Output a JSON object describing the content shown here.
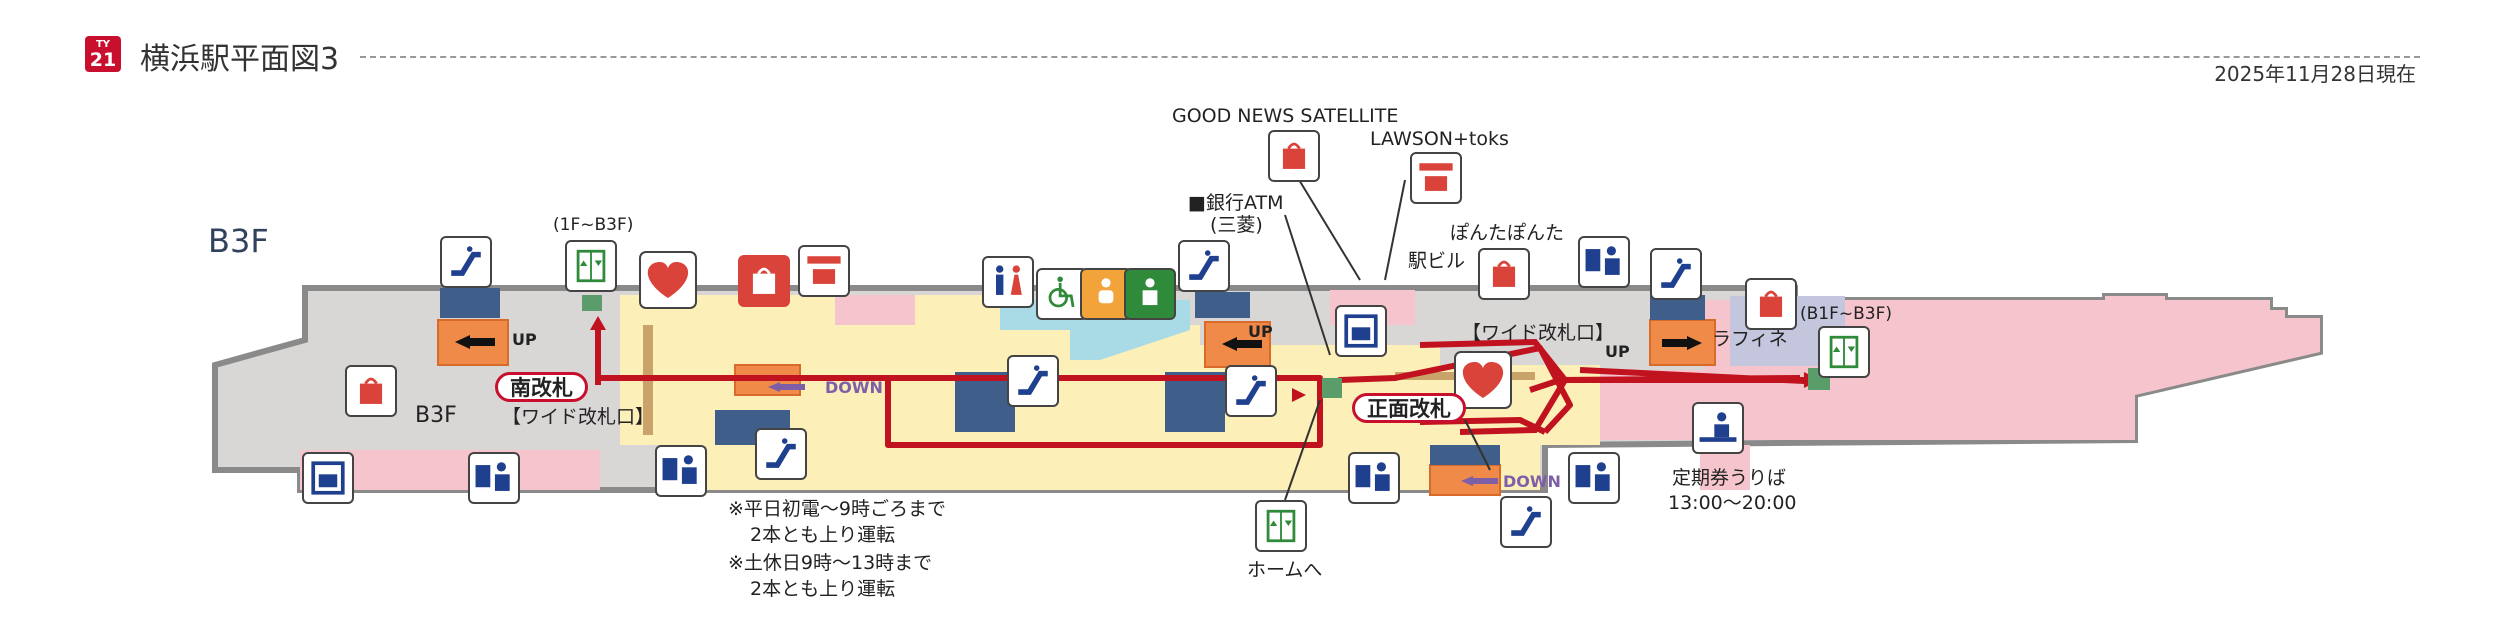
{
  "header": {
    "badge_top": "TY",
    "badge_num": "21",
    "title": "横浜駅平面図3",
    "date": "2025年11月28日現在"
  },
  "floor_label": "B3F",
  "floor_label_inner": "B3F",
  "gates": {
    "south": "南改札",
    "south_sub": "【ワイド改札口】",
    "main": "正面改札",
    "main_sub": "【ワイド改札口】"
  },
  "labels": {
    "good_news": "GOOD NEWS SATELLITE",
    "lawson": "LAWSON+toks",
    "atm": "■銀行ATM",
    "atm_bank": "(三菱)",
    "ponta": "ぽんたぽんた",
    "station_bldg": "駅ビル",
    "elevator_left": "(1F~B3F)",
    "elevator_right": "(B1F~B3F)",
    "lafine": "ラフィネ",
    "to_platform": "ホームへ",
    "commuter_pass": "定期券うりば",
    "commuter_hours": "13:00～20:00"
  },
  "updown": {
    "up": "UP",
    "down": "DOWN"
  },
  "notes": {
    "weekday_1": "※平日初電～9時ごろまで",
    "weekday_2": "2本とも上り運転",
    "holiday_1": "※土休日9時～13時まで",
    "holiday_2": "2本とも上り運転"
  },
  "colors": {
    "accent": "#c8102e",
    "route": "#c1121f",
    "concourse": "#fcefb8",
    "shops": "#f5c4cc",
    "platform": "#d9d6d6",
    "water": "#a8dbe6",
    "wall": "#8a8a8a",
    "icon_blue": "#1f3f8f",
    "icon_green": "#2f8a3a",
    "icon_red": "#d9433a"
  },
  "icons": [
    "escalator-icon",
    "elevator-icon",
    "aed-icon",
    "shop-icon",
    "restaurant-icon",
    "toilet-icon",
    "wheelchair-icon",
    "baby-icon",
    "multipurpose-icon",
    "ticket-machine-icon",
    "locker-icon",
    "atm-icon",
    "coin-locker-icon"
  ]
}
